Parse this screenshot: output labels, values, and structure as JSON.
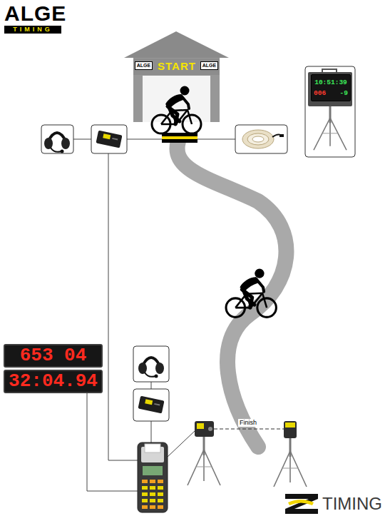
{
  "diagram": {
    "nodes": [
      {
        "text": [
          "START"
        ]
      },
      {
        "text": [
          "10:51:39",
          "006",
          "-9"
        ]
      },
      {
        "text": [
          "653 04",
          "32:04.94"
        ]
      }
    ],
    "labels": [
      "ALGE",
      "TIMING",
      "ALGE",
      "ALGE",
      "Finish",
      "TIMING"
    ]
  }
}
